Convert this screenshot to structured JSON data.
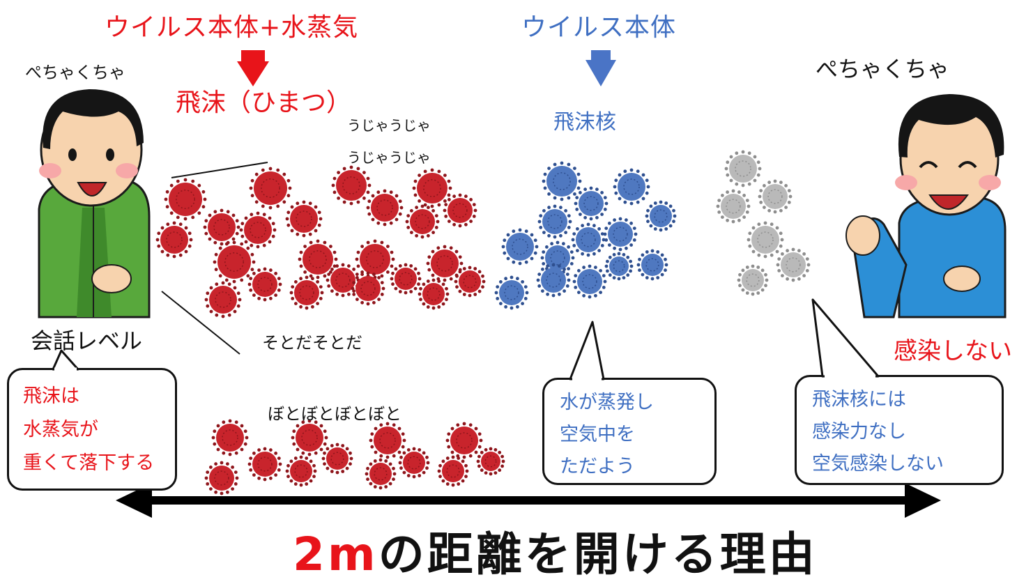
{
  "header": {
    "left_label": "ウイルス本体+水蒸気",
    "right_label": "ウイルス本体"
  },
  "speaker": {
    "sound": "ぺちゃくちゃ",
    "level_label": "会話レベル"
  },
  "listener": {
    "sound": "ぺちゃくちゃ",
    "result": "感染しない"
  },
  "droplet": {
    "label": "飛沫（ひまつ）",
    "sound_1": "うじゃうじゃ",
    "sound_2": "うじゃうじゃ",
    "sound_3": "そとだそとだ",
    "sound_4": "ぼとぼとぼとぼと"
  },
  "nucleus": {
    "label": "飛沫核"
  },
  "bubbles": {
    "left": [
      "飛沫は",
      "水蒸気が",
      "重くて落下する"
    ],
    "middle": [
      "水が蒸発し",
      "空気中を",
      "ただよう"
    ],
    "right": [
      "飛沫核には",
      "感染力なし",
      "空気感染しない"
    ]
  },
  "footer": {
    "distance": "2m",
    "title_rest": "の距離を開ける理由"
  },
  "colors": {
    "red": "#e8141a",
    "virus_red": "#c8242c",
    "virus_blue": "#4f78c0",
    "virus_gray": "#b9b9b9",
    "blue_text": "#3f6fc2"
  }
}
